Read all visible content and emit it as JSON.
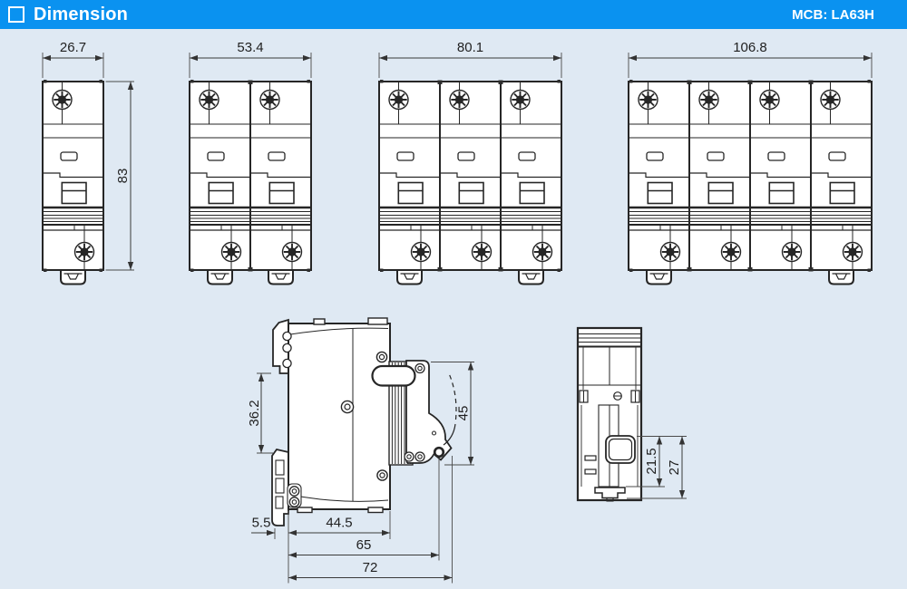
{
  "header": {
    "title": "Dimension",
    "product_label": "MCB: LA63H"
  },
  "colors": {
    "accent_blue": "#0a92f0",
    "page_background": "#dfe9f3",
    "drawing_line": "#262626",
    "dimension_text": "#1f1f1f"
  },
  "front_views": {
    "p1": {
      "width": "26.7",
      "height": "83"
    },
    "p2": {
      "width": "53.4"
    },
    "p3": {
      "width": "80.1"
    },
    "p4": {
      "width": "106.8"
    }
  },
  "side_view": {
    "rail_window": "36.2",
    "front_height": "45",
    "clip_offset": "5.5",
    "body_depth": "44.5",
    "depth_to_handle": "65",
    "overall_depth": "72"
  },
  "back_view": {
    "recess": "21.5",
    "recess_overall": "27"
  }
}
